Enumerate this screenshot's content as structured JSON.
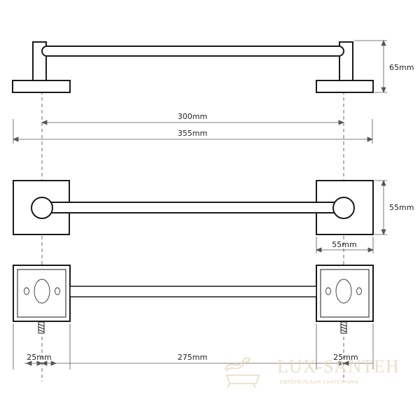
{
  "dimensions": {
    "height_side": "65mm",
    "bar_span": "300mm",
    "overall_length": "355mm",
    "plate_height": "55mm",
    "plate_width": "55mm",
    "left_offset": "25mm",
    "mount_span": "275mm",
    "right_offset": "25mm"
  },
  "watermark": {
    "brand": "LUX-SANTEH",
    "tagline": "ЕВРОПЕЙСКАЯ САНТЕХНИКА"
  },
  "colors": {
    "line": "#1a1a1a",
    "dim_line": "#555555",
    "watermark": "#e6d6b8"
  }
}
